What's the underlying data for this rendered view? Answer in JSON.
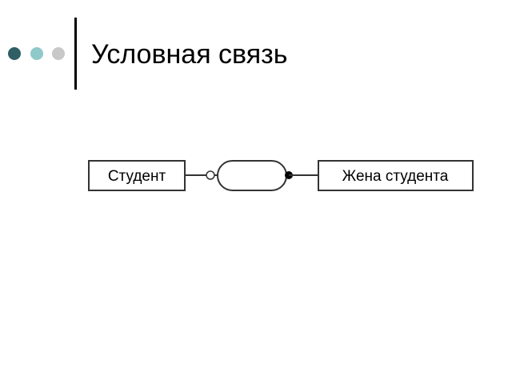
{
  "slide": {
    "title": "Условная связь"
  },
  "bullets": {
    "colors": [
      "#2f5f64",
      "#8fc9c9",
      "#c8c8c8"
    ]
  },
  "diagram": {
    "entities": [
      {
        "name": "student",
        "label": "Студент"
      },
      {
        "name": "student-wife",
        "label": "Жена студента"
      }
    ],
    "relationship": {
      "shape": "rounded-rectangle",
      "left_end": "open-circle",
      "right_end": "filled-circle"
    },
    "stroke_color": "#333333"
  }
}
